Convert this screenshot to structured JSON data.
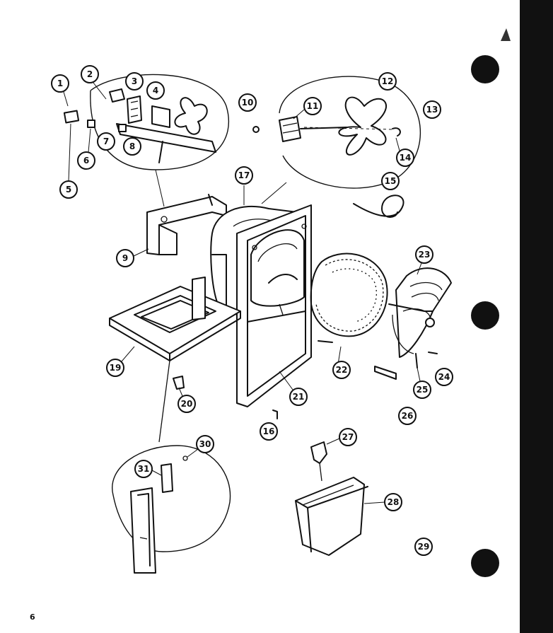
{
  "page": {
    "number": "6"
  },
  "callouts": [
    {
      "label": "1"
    },
    {
      "label": "2"
    },
    {
      "label": "3"
    },
    {
      "label": "4"
    },
    {
      "label": "5"
    },
    {
      "label": "6"
    },
    {
      "label": "7"
    },
    {
      "label": "8"
    },
    {
      "label": "9"
    },
    {
      "label": "10"
    },
    {
      "label": "11"
    },
    {
      "label": "12"
    },
    {
      "label": "13"
    },
    {
      "label": "14"
    },
    {
      "label": "15"
    },
    {
      "label": "16"
    },
    {
      "label": "17"
    },
    {
      "label": "19"
    },
    {
      "label": "20"
    },
    {
      "label": "21"
    },
    {
      "label": "22"
    },
    {
      "label": "23"
    },
    {
      "label": "24"
    },
    {
      "label": "25"
    },
    {
      "label": "26"
    },
    {
      "label": "27"
    },
    {
      "label": "28"
    },
    {
      "label": "29"
    },
    {
      "label": "30"
    },
    {
      "label": "31"
    }
  ]
}
